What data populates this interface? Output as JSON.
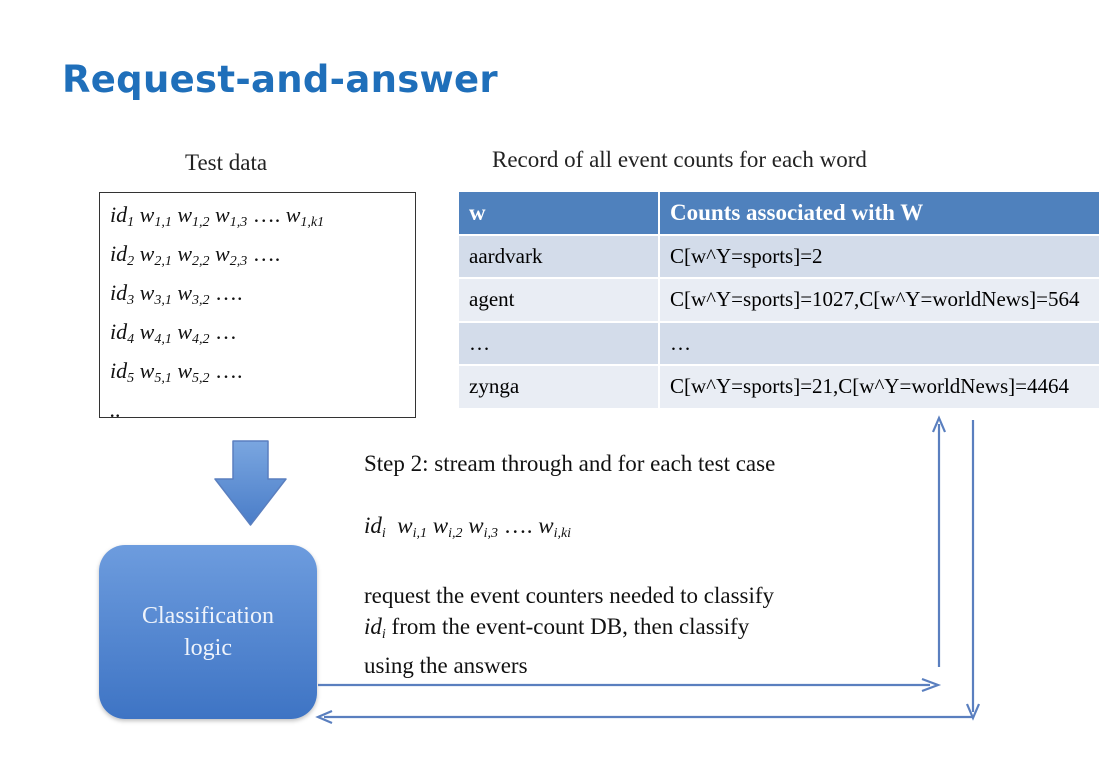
{
  "slide": {
    "title": "Request-and-answer"
  },
  "test_data": {
    "label": "Test data",
    "lines": [
      [
        "id",
        "1",
        "w",
        "1,1",
        "w",
        "1,2",
        "w",
        "1,3",
        "…. ",
        "w",
        "1,k1"
      ],
      [
        "id",
        "2",
        "w",
        "2,1",
        "w",
        "2,2",
        "w",
        "2,3",
        "….",
        "",
        ""
      ],
      [
        "id",
        "3",
        "w",
        "3,1",
        "w",
        "3,2",
        "",
        "",
        "….",
        "",
        ""
      ],
      [
        "id",
        "4",
        "w",
        "4,1",
        "w",
        "4,2",
        "",
        "",
        "…",
        "",
        ""
      ],
      [
        "id",
        "5",
        "w",
        "5,1",
        "w",
        "5,2",
        "",
        "",
        "….",
        "",
        ""
      ]
    ],
    "last_line": ".."
  },
  "record": {
    "label": "Record of all event counts for each word",
    "headers": [
      "w",
      "Counts associated with W"
    ],
    "rows": [
      [
        "aardvark",
        "C[w^Y=sports]=2"
      ],
      [
        "agent",
        "C[w^Y=sports]=1027,C[w^Y=worldNews]=564"
      ],
      [
        "…",
        "…"
      ],
      [
        "zynga",
        "C[w^Y=sports]=21,C[w^Y=worldNews]=4464"
      ]
    ]
  },
  "step2": {
    "heading": "Step 2: stream through and for each test case",
    "id_token": "id",
    "id_sub": "i",
    "w_subs": [
      "i,1",
      "i,2",
      "i,3"
    ],
    "ellipsis": "….",
    "w_last_sub": "i,ki",
    "line1": "request the event counters needed to classify",
    "line2_id": "id",
    "line2_sub": "i",
    "line2_rest": " from the event-count DB, then classify",
    "line3": "using the answers"
  },
  "logic_box": {
    "line1": "Classification",
    "line2": "logic"
  },
  "colors": {
    "title": "#1f6fba",
    "header": "#4f81bd",
    "row_dark": "#d3dcea",
    "row_light": "#e9edf4",
    "box": "#4f81bd",
    "arrow": "#5a7fbf"
  }
}
